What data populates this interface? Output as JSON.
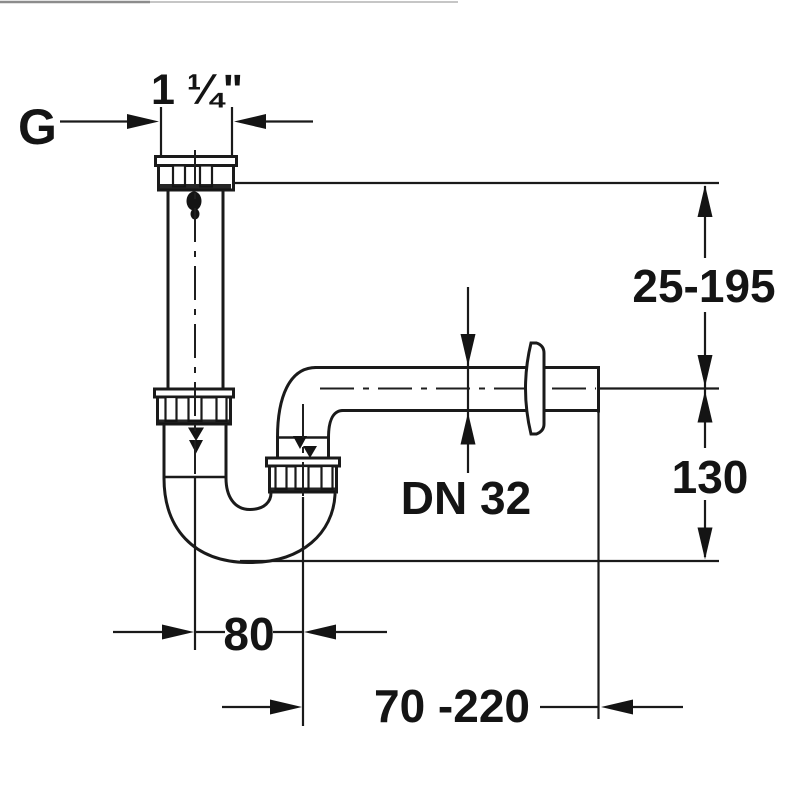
{
  "drawing": {
    "ink_color": "#1a1a1a",
    "paper_color": "#ffffff",
    "dimensions": {
      "thread_symbol": "G",
      "thread_size": "1 ¼\"",
      "inlet_height_range": "25-195",
      "trap_depth": "130",
      "pipe_diameter": "DN 32",
      "trap_offset": "80",
      "wall_outlet_range": "70 -220"
    }
  }
}
